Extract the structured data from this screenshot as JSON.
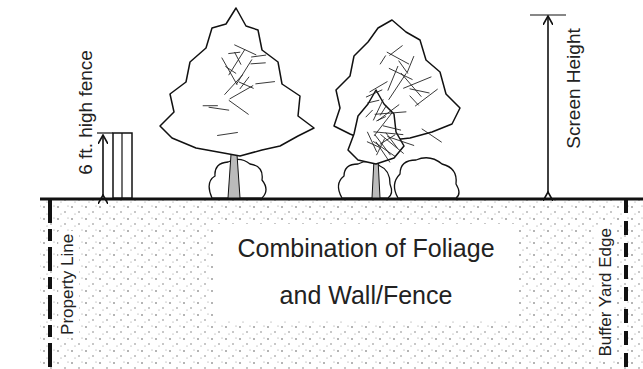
{
  "diagram": {
    "labels": [
      "6 ft. high fence",
      "Screen Height",
      "Property Line",
      "Combination of Foliage and Wall/Fence",
      "Buffer Yard Edge"
    ]
  }
}
